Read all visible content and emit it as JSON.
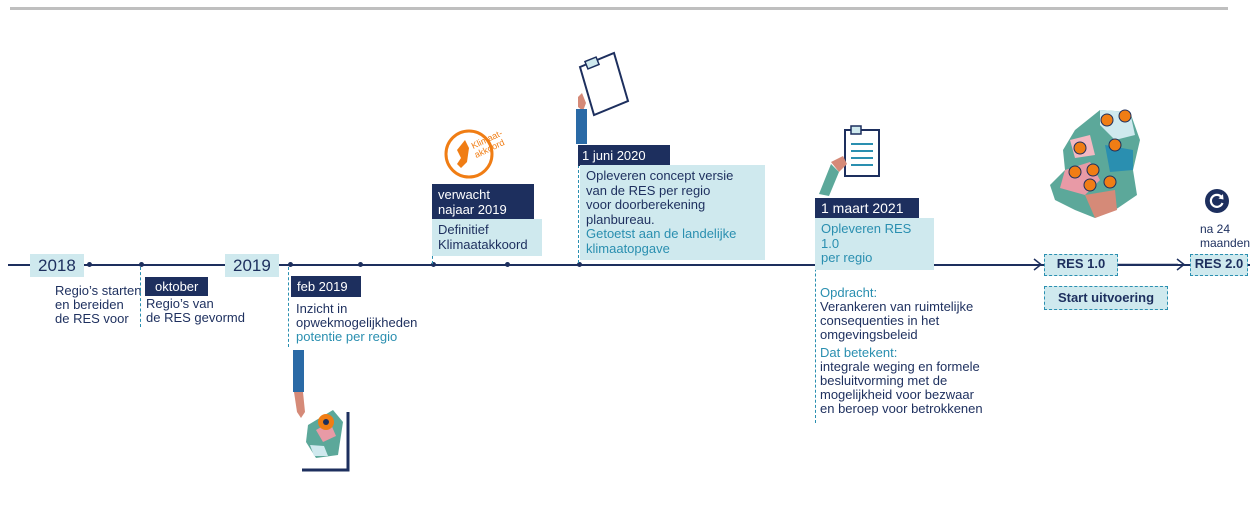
{
  "timeline": {
    "y2018": "2018",
    "y2018_text": [
      "Regio’s starten",
      "en bereiden",
      "de RES voor"
    ],
    "oktober": "oktober",
    "oktober_text": [
      "Regio’s van",
      "de RES gevormd"
    ],
    "y2019": "2019",
    "feb2019": "feb 2019",
    "feb2019_text": [
      "Inzicht in",
      "opwekmogelijkheden"
    ],
    "feb2019_teal": "potentie per regio",
    "klimaat_logo": [
      "Klimaat-",
      "akkoord"
    ],
    "verwacht": [
      "verwacht",
      "najaar 2019"
    ],
    "definitief": [
      "Definitief",
      "Klimaatakkoord"
    ],
    "juni2020": "1 juni 2020",
    "juni2020_text": [
      "Opleveren concept versie",
      "van de RES per regio",
      "voor doorberekening",
      "planbureau."
    ],
    "juni2020_teal": [
      "Getoetst aan de landelijke",
      "klimaatopgave"
    ],
    "maart2021": "1 maart 2021",
    "maart2021_text": [
      "Opleveren RES 1.0",
      "per regio"
    ],
    "opdracht_label": "Opdracht:",
    "opdracht_text": [
      "Verankeren van ruimtelijke",
      "consequenties in het",
      "omgevingsbeleid"
    ],
    "betekent_label": "Dat betekent:",
    "betekent_text": [
      "integrale weging en formele",
      "besluitvorming met de",
      "mogelijkheid voor bezwaar",
      "en beroep voor betrokkenen"
    ],
    "res10": "RES 1.0",
    "start": "Start uitvoering",
    "na24": [
      "na 24",
      "maanden"
    ],
    "res20": "RES 2.0"
  },
  "colors": {
    "navy": "#1d2f5e",
    "light_blue": "#cfe9ee",
    "teal": "#2a8fb0",
    "orange": "#f07d14"
  },
  "icons": [
    "clipboard-hand-icon",
    "map-hand-icon",
    "klimaatakkoord-logo-icon",
    "netherlands-map-icon",
    "cycle-icon"
  ]
}
